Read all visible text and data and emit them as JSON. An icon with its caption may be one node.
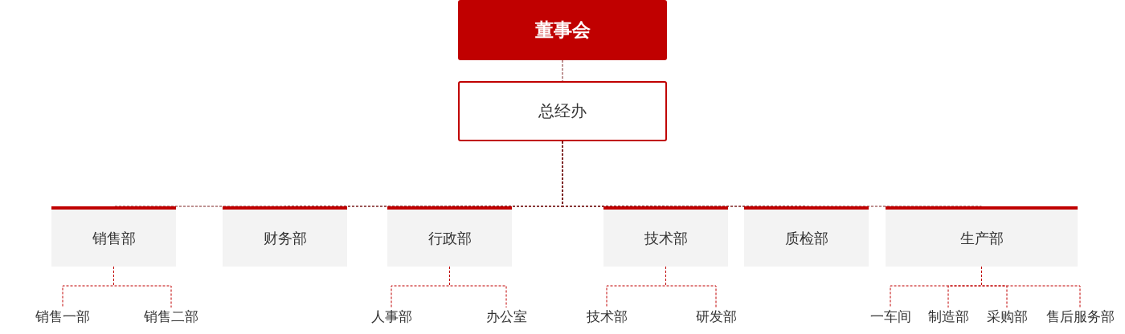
{
  "diagram": {
    "nodes": [
      {
        "text": [
          "董事会"
        ]
      },
      {
        "text": [
          "总经办"
        ]
      },
      {
        "text": [
          "销售部"
        ]
      },
      {
        "text": [
          "财务部"
        ]
      },
      {
        "text": [
          "行政部"
        ]
      },
      {
        "text": [
          "技术部"
        ]
      },
      {
        "text": [
          "质检部"
        ]
      },
      {
        "text": [
          "生产部"
        ]
      },
      {
        "text": [
          "销售一部"
        ]
      },
      {
        "text": [
          "销售二部"
        ]
      },
      {
        "text": [
          "人事部"
        ]
      },
      {
        "text": [
          "办公室"
        ]
      },
      {
        "text": [
          "技术部"
        ]
      },
      {
        "text": [
          "研发部"
        ]
      },
      {
        "text": [
          "一车间"
        ]
      },
      {
        "text": [
          "制造部"
        ]
      },
      {
        "text": [
          "采购部"
        ]
      },
      {
        "text": [
          "售后服务部"
        ]
      }
    ],
    "edges": [
      {
        "from": 0,
        "to": 1,
        "arrow": "none",
        "style": "dashed"
      },
      {
        "from": 1,
        "to": 2,
        "arrow": "none",
        "style": "dashed"
      },
      {
        "from": 1,
        "to": 3,
        "arrow": "none",
        "style": "dashed"
      },
      {
        "from": 1,
        "to": 4,
        "arrow": "none",
        "style": "dashed"
      },
      {
        "from": 1,
        "to": 5,
        "arrow": "none",
        "style": "dashed"
      },
      {
        "from": 1,
        "to": 6,
        "arrow": "none",
        "style": "dashed"
      },
      {
        "from": 1,
        "to": 7,
        "arrow": "none",
        "style": "dashed"
      },
      {
        "from": 2,
        "to": 8,
        "arrow": "none",
        "style": "dashed"
      },
      {
        "from": 2,
        "to": 9,
        "arrow": "none",
        "style": "dashed"
      },
      {
        "from": 4,
        "to": 10,
        "arrow": "none",
        "style": "dashed"
      },
      {
        "from": 4,
        "to": 11,
        "arrow": "none",
        "style": "dashed"
      },
      {
        "from": 5,
        "to": 12,
        "arrow": "none",
        "style": "dashed"
      },
      {
        "from": 5,
        "to": 13,
        "arrow": "none",
        "style": "dashed"
      },
      {
        "from": 7,
        "to": 14,
        "arrow": "none",
        "style": "dashed"
      },
      {
        "from": 7,
        "to": 15,
        "arrow": "none",
        "style": "dashed"
      },
      {
        "from": 7,
        "to": 16,
        "arrow": "none",
        "style": "dashed"
      },
      {
        "from": 7,
        "to": 17,
        "arrow": "none",
        "style": "dashed"
      }
    ]
  }
}
